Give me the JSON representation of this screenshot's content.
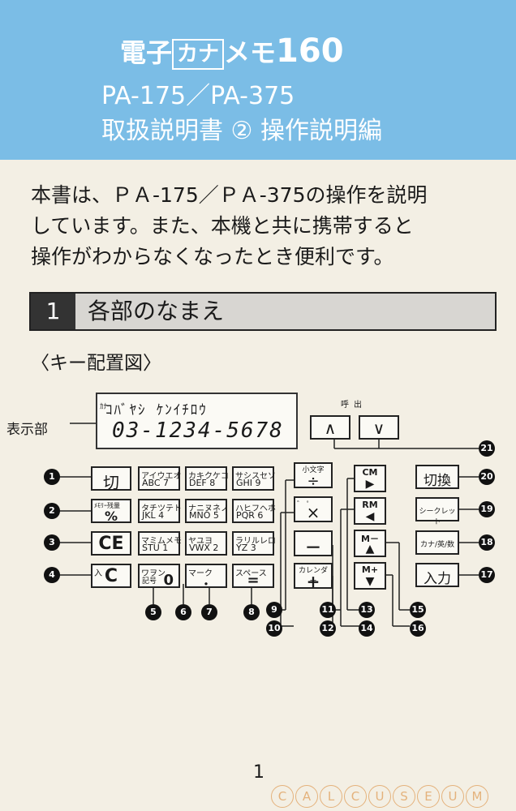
{
  "header": {
    "title_prefix": "電子",
    "title_box": "カナ",
    "title_suffix": "メモ",
    "title_number": "160",
    "models": "PA-175／PA-375",
    "subtitle": "取扱説明書 ② 操作説明編"
  },
  "intro": {
    "lines": [
      "本書は、ＰＡ-175／ＰＡ-375の操作を説明",
      "しています。また、本機と共に携帯すると",
      "操作がわからなくなったとき便利です。"
    ]
  },
  "section": {
    "number": "1",
    "title": "各部のなまえ",
    "caption": "〈キー配置図〉"
  },
  "display": {
    "label": "表示部",
    "indicator": "ｶﾅ",
    "line1": "ｺﾊﾞﾔｼ ｹﾝｲﾁﾛｳ",
    "line2": "03-1234-5678",
    "call_label": "呼出"
  },
  "keys": {
    "kiri": "切",
    "memory_top": "ﾒﾓﾘｰ残量",
    "memory_main": "%",
    "ce": "CE",
    "ac_top": "入",
    "ac_main": "C",
    "k7_top": "アイウエオ",
    "k7_bottom": "ABC 7",
    "k8_top": "カキクケコ",
    "k8_bottom": "DEF 8",
    "k9_top": "サシスセソ",
    "k9_bottom": "GHI 9",
    "k4_top": "タチツテト",
    "k4_bottom": "JKL 4",
    "k5_top": "ナニヌネノ",
    "k5_bottom": "MNO 5",
    "k6_top": "ハヒフヘホ",
    "k6_bottom": "PQR 6",
    "k1_top": "マミムメモ",
    "k1_bottom": "STU 1",
    "k2_top": "ヤユヨ",
    "k2_bottom": "VWX 2",
    "k3_top": "ラリルレロ",
    "k3_bottom": "YZ 3",
    "k0_top": "ワヲン",
    "k0_sub": "記号",
    "k0_main": "0",
    "mark_top": "マーク",
    "mark_main": "・",
    "space_top": "スペース",
    "space_main": "=",
    "div_top": "小文字",
    "div_main": "÷",
    "mul_top": "゛ ゜",
    "mul_main": "×",
    "minus_main": "－",
    "plus_top": "カレンダー",
    "plus_main": "+",
    "cm_top": "CM",
    "cm_main": "▶",
    "rm_top": "RM",
    "rm_main": "◀",
    "mminus_top": "M－",
    "mminus_main": "▲",
    "mplus_top": "M+",
    "mplus_main": "▼",
    "kirikae": "切換",
    "secret": "シークレット",
    "kana": "カナ/英/数",
    "input": "入力",
    "up": "∧",
    "down": "∨"
  },
  "callouts": [
    "1",
    "2",
    "3",
    "4",
    "5",
    "6",
    "7",
    "8",
    "9",
    "10",
    "11",
    "12",
    "13",
    "14",
    "15",
    "16",
    "17",
    "18",
    "19",
    "20",
    "21"
  ],
  "footer": {
    "page_number": "1",
    "watermark": [
      "C",
      "A",
      "L",
      "C",
      "U",
      "S",
      "E",
      "U",
      "M"
    ]
  },
  "colors": {
    "header_bg": "#7bbde6",
    "paper": "#f3efe4",
    "watermark": "#e4b27c"
  }
}
